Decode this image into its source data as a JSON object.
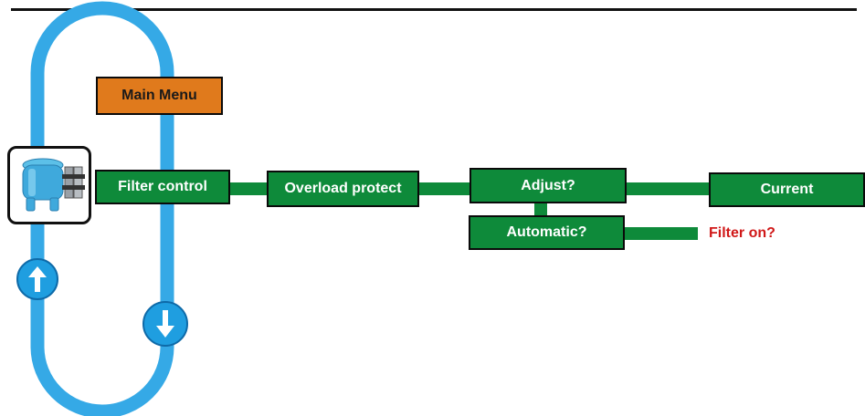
{
  "menu": {
    "main_menu": "Main Menu",
    "filter_control": "Filter control",
    "overload_protect": "Overload protect",
    "adjust": "Adjust?",
    "current": "Current",
    "automatic": "Automatic?",
    "filter_on": "Filter on?"
  },
  "icons": {
    "up_arrow": "arrow-up-icon",
    "down_arrow": "arrow-down-icon",
    "pump": "pool-filter-pump-icon"
  },
  "colors": {
    "menu_green": "#0e8a3a",
    "main_menu_orange": "#e07a1c",
    "loop_blue": "#35a9e6",
    "question_red": "#d01818"
  }
}
